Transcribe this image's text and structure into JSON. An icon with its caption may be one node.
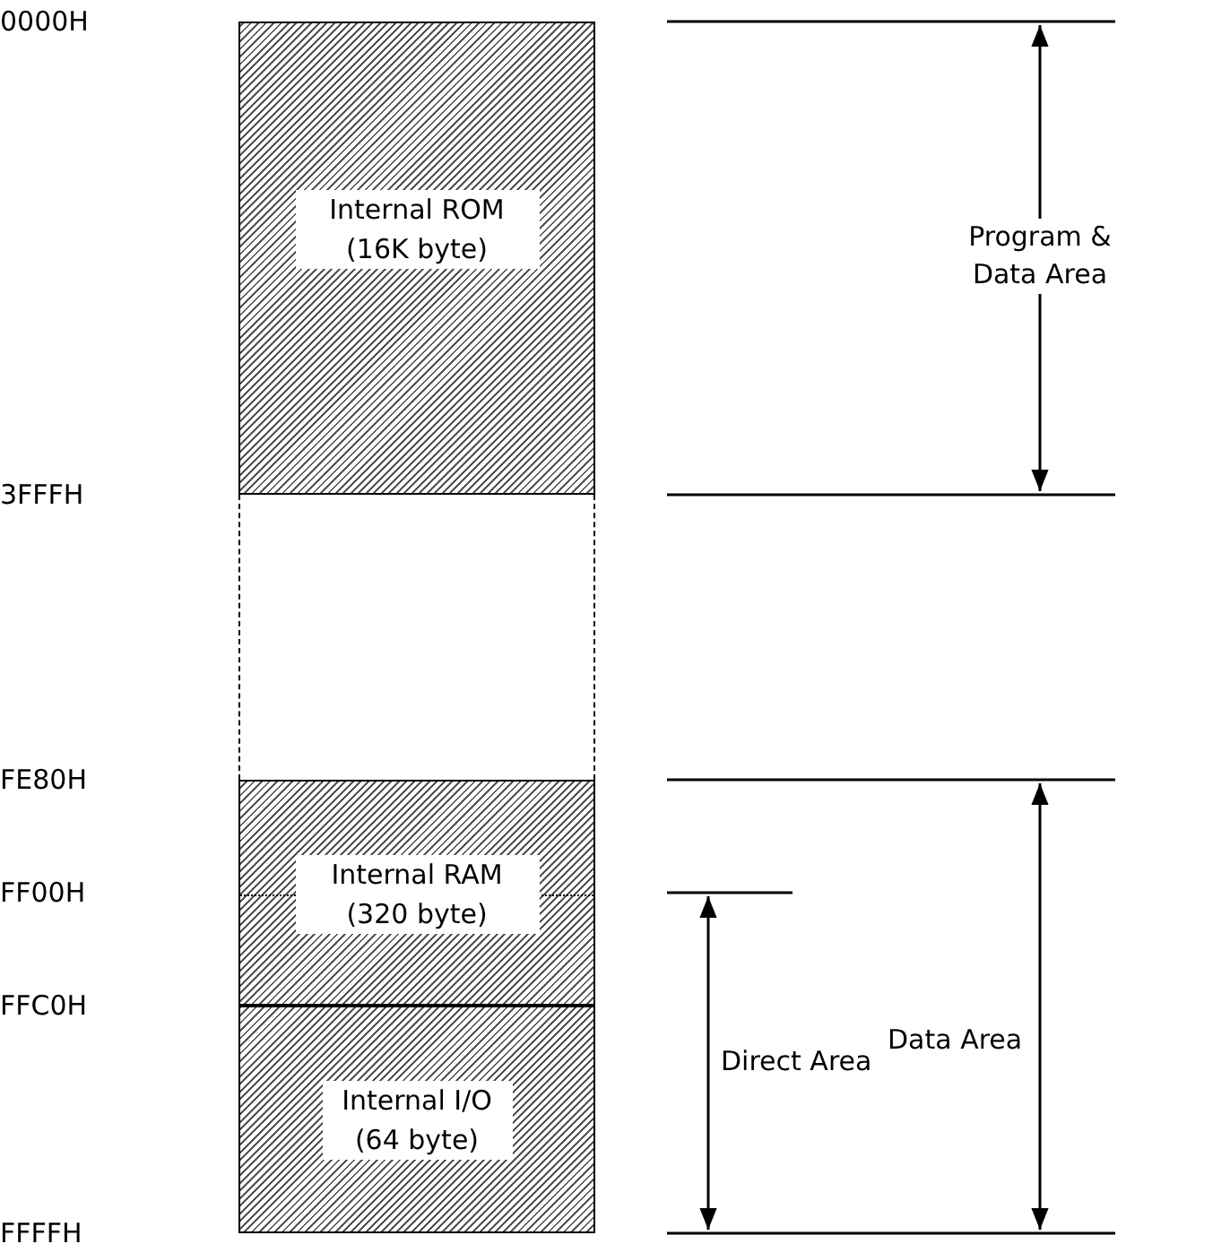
{
  "diagram": {
    "nodes": [
      {
        "text": [
          "Internal ROM (16K byte)"
        ]
      },
      {
        "text": [],
        "shape": "box"
      },
      {
        "text": [
          "Internal RAM (320 byte)"
        ]
      },
      {
        "text": [
          "Internal I/O (64 byte)"
        ]
      }
    ],
    "labels": [
      "0000H",
      "Program & Data Area",
      "3FFFH",
      "FE80H",
      "FF00H",
      "FFC0H",
      "Direct Area",
      "Data Area",
      "FFFFH"
    ]
  }
}
